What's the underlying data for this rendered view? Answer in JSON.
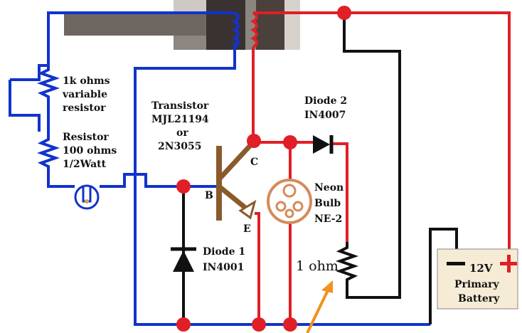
{
  "colors": {
    "blue_wire": "#1133cc",
    "red_wire": "#e01f26",
    "black_wire": "#111111",
    "junction": "#e01f26",
    "transistor_body": "#8b5a2b",
    "neon_bulb": "#d68a5a",
    "battery_fill": "#f6ecd6",
    "arrow": "#f0921e",
    "photo_dark": "#3a3230"
  },
  "labels": {
    "vr_line1": "1k ohms",
    "vr_line2": "variable",
    "vr_line3": "resistor",
    "r100_line1": "Resistor",
    "r100_line2": "100 ohms",
    "r100_line3": "1/2Watt",
    "transistor_line1": "Transistor",
    "transistor_line2": "MJL21194",
    "transistor_line3": "or",
    "transistor_line4": "2N3055",
    "pin_c": "C",
    "pin_b": "B",
    "pin_e": "E",
    "diode2_line1": "Diode 2",
    "diode2_line2": "IN4007",
    "neon_line1": "Neon",
    "neon_line2": "Bulb",
    "neon_line3": "NE-2",
    "diode1_line1": "Diode 1",
    "diode1_line2": "IN4001",
    "one_ohm": "1 ohm",
    "battery_voltage": "12V",
    "battery_line1": "Primary",
    "battery_line2": "Battery",
    "battery_minus": "−",
    "battery_plus": "+"
  }
}
